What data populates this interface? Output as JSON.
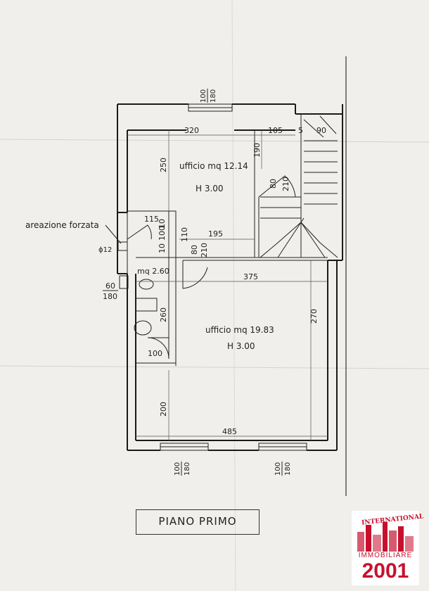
{
  "plan": {
    "title": "PIANO PRIMO",
    "rooms": [
      {
        "label": "ufficio mq 12.14",
        "height": "H 3.00"
      },
      {
        "label": "ufficio mq 19.83",
        "height": "H 3.00"
      }
    ],
    "bath_label": "mq 2.60",
    "aeration_label": "areazione forzata",
    "pipe_label": "ϕ12",
    "dimensions": {
      "d320": "320",
      "d105": "105",
      "d5": "5",
      "d90": "90",
      "d250": "250",
      "d190": "190",
      "d80a": "80",
      "d210a": "210",
      "d115": "115",
      "d10a": "10",
      "d100a": "100",
      "d10b": "10",
      "d110": "110",
      "d195": "195",
      "d80b": "80",
      "d210b": "210",
      "d375": "375",
      "d270": "270",
      "d260": "260",
      "d100b": "100",
      "d60": "60",
      "d180a": "180",
      "d200": "200",
      "d485": "485"
    },
    "window_dims": [
      {
        "w": "100",
        "h": "180"
      },
      {
        "w": "100",
        "h": "180"
      },
      {
        "w": "100",
        "h": "180"
      }
    ]
  },
  "logo": {
    "top": "INTERNATIONAL",
    "middle": "IMMOBILIARE",
    "number": "2001"
  },
  "colors": {
    "brand": "#c8102e",
    "lines": "#1a1a1a",
    "paper": "#f1efec"
  }
}
